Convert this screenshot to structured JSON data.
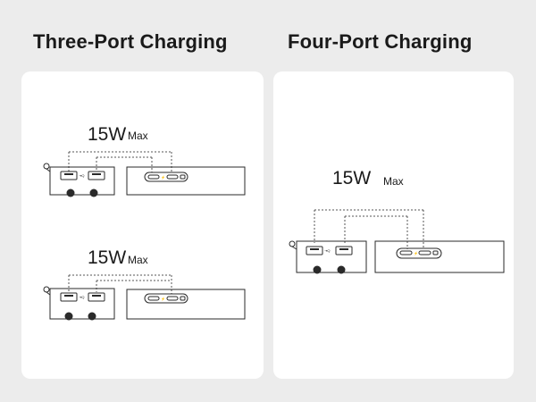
{
  "titles": {
    "left": "Three-Port Charging",
    "right": "Four-Port Charging"
  },
  "panels": {
    "left": {
      "configs": [
        {
          "power": "15W",
          "unit": "Max"
        },
        {
          "power": "15W",
          "unit": "Max"
        }
      ]
    },
    "right": {
      "configs": [
        {
          "power": "15W",
          "unit": "Max"
        }
      ]
    }
  },
  "icons": [
    "power-bank-front-side-icon",
    "power-bank-usb-c-side-icon",
    "usb-a-port-icon",
    "usb-c-port-icon",
    "lightning-icon"
  ],
  "colors": {
    "background": "#ececec",
    "panel": "#ffffff",
    "line": "#2a2a2a"
  }
}
